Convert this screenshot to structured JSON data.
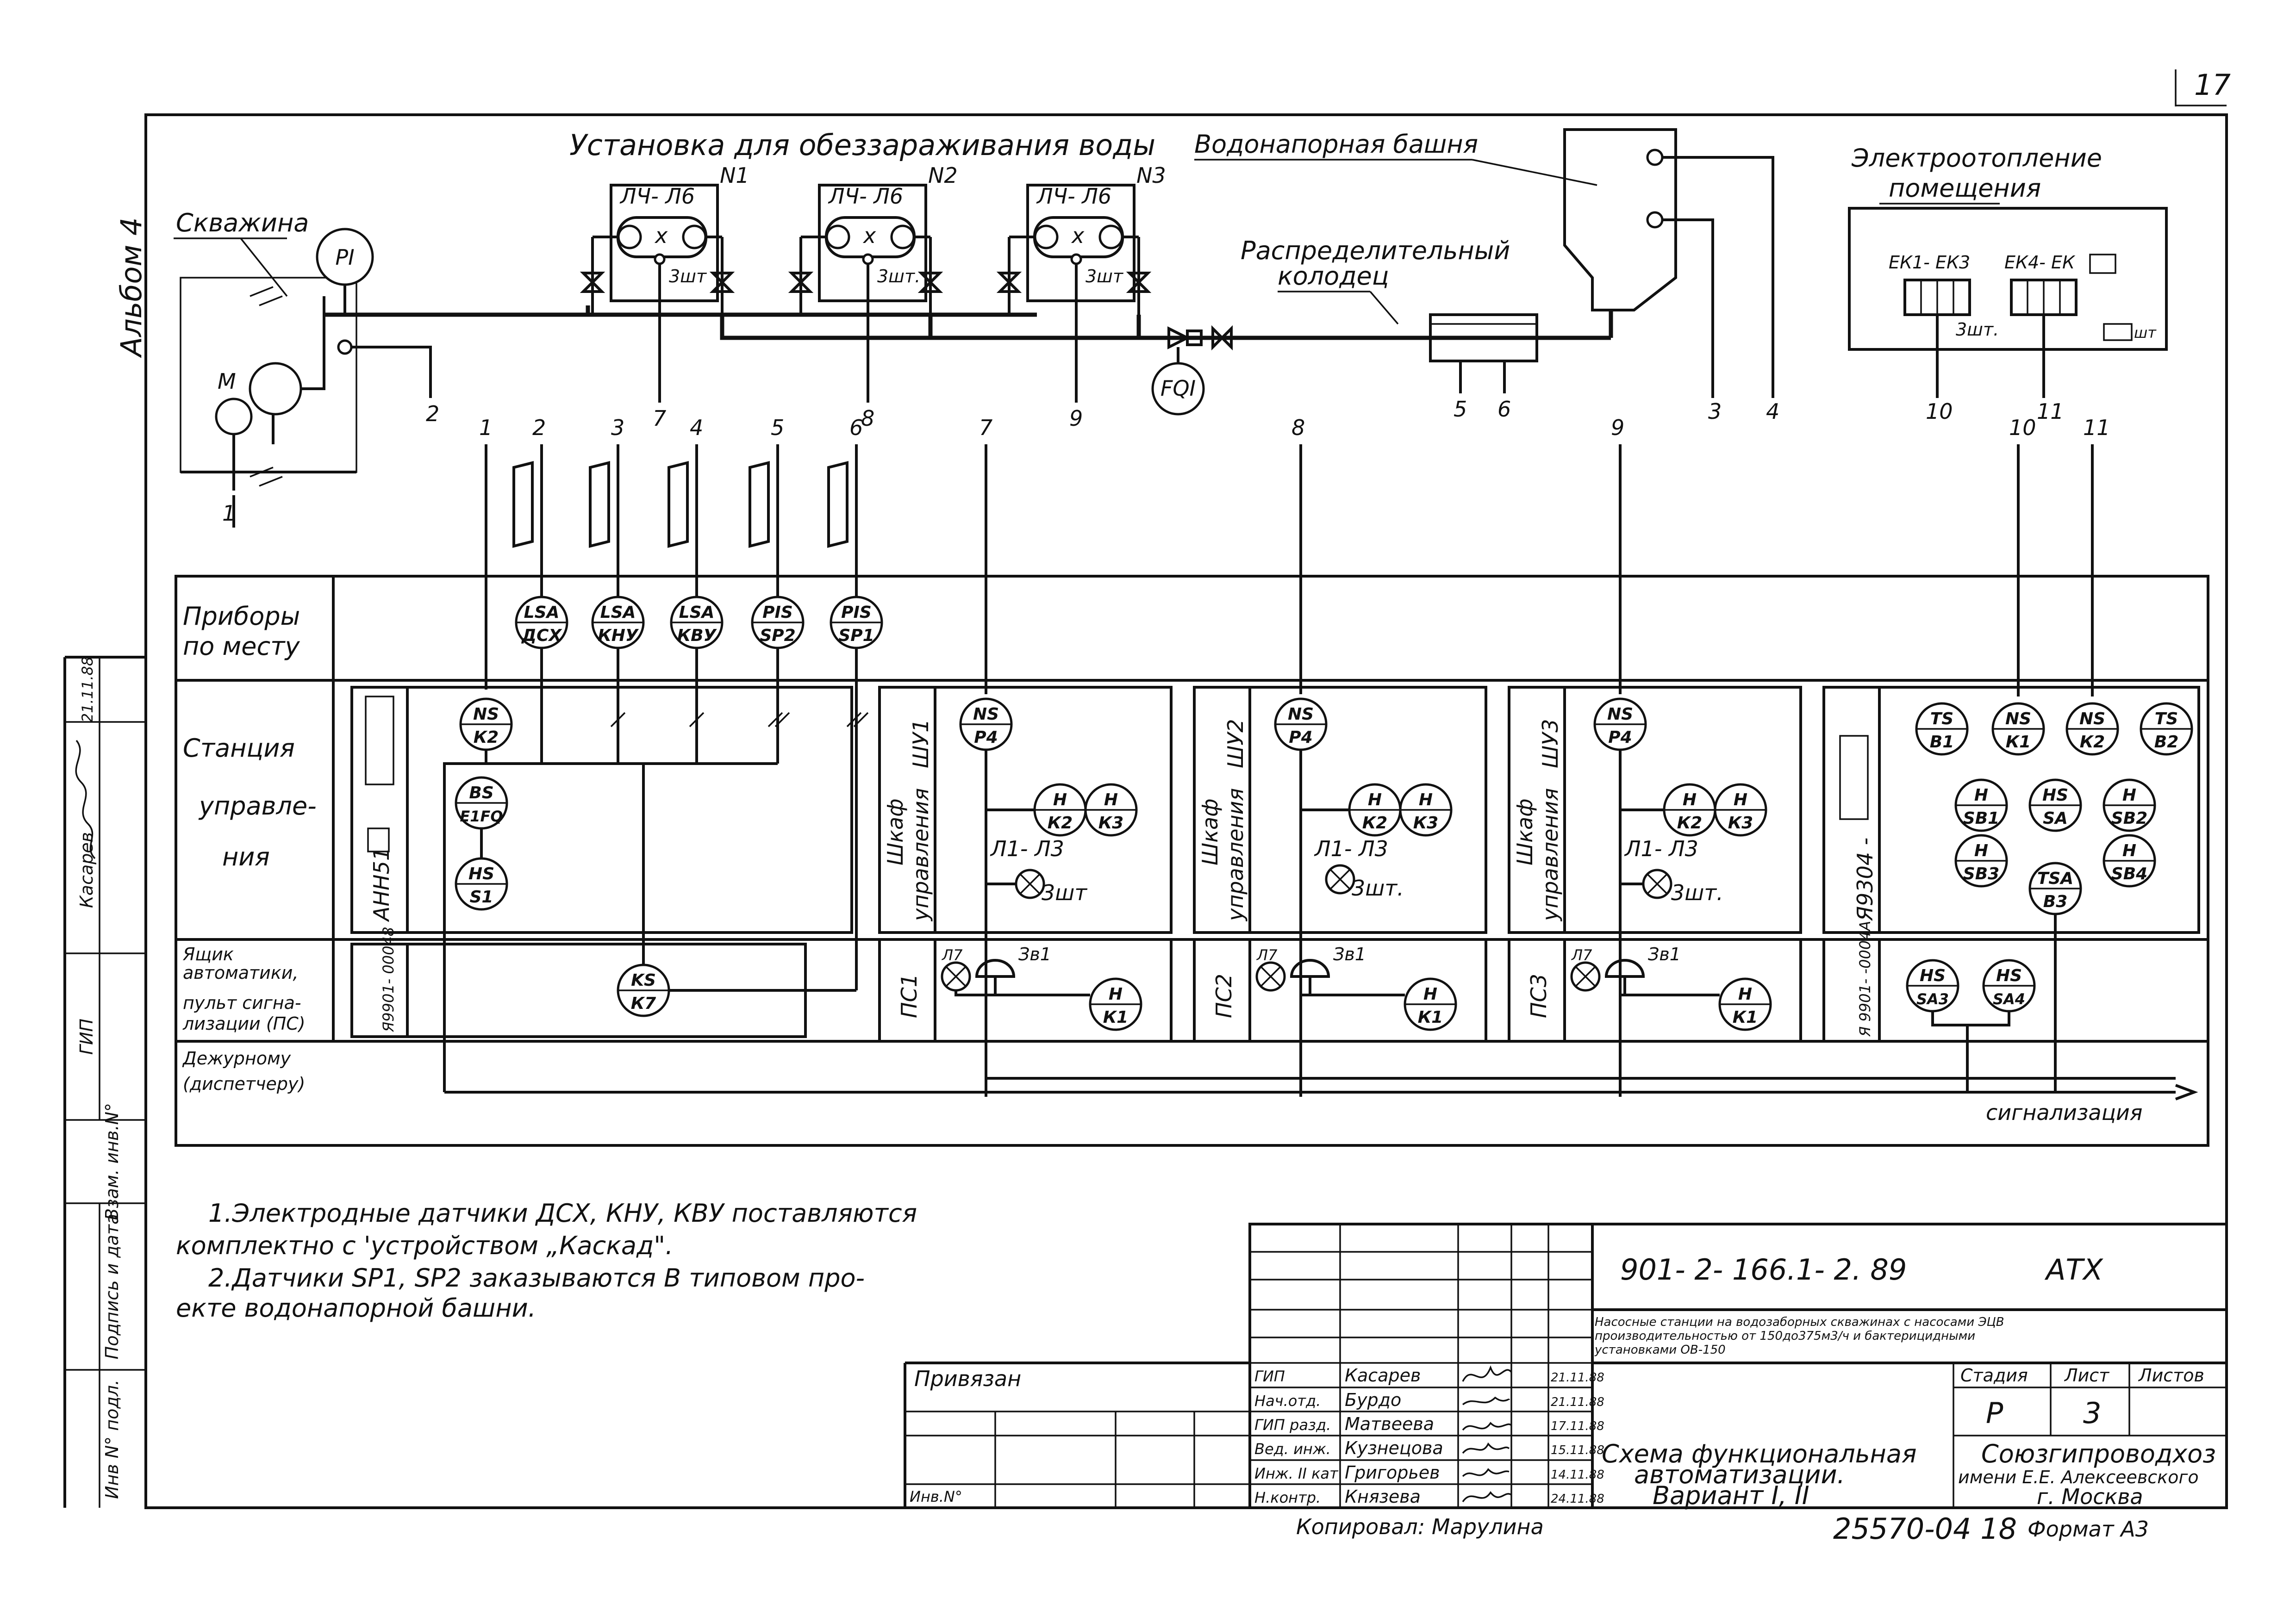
{
  "page_number": "17",
  "album": "Альбом 4",
  "top_labels": {
    "disinfection": "Установка для обеззараживания воды",
    "tower": "Водонапорная башня",
    "well": "Скважина",
    "heating_line1": "Электроотопление",
    "heating_line2": "помещения",
    "distribution_line1": "Распределительный",
    "distribution_line2": "колодец",
    "motor": "М"
  },
  "uv_units": [
    {
      "lamp": "ЛЧ- Л6",
      "num": "N1",
      "qty": "3шт"
    },
    {
      "lamp": "ЛЧ- Л6",
      "num": "N2",
      "qty": "3шт."
    },
    {
      "lamp": "ЛЧ- Л6",
      "num": "N3",
      "qty": "3шт"
    }
  ],
  "instruments_top": {
    "pi": "PI",
    "fqi": "FQI"
  },
  "heaters": {
    "ek1": "ЕК1- ЕК3",
    "ek4": "ЕК4- ЕК",
    "qty": "3шт.",
    "qty2": "шт"
  },
  "top_numbers": {
    "n2": "2",
    "n1": "1",
    "uv7": "7",
    "uv8": "8",
    "uv9": "9",
    "w5": "5",
    "w6": "6",
    "t3": "3",
    "t4": "4",
    "h10": "10",
    "h11": "11"
  },
  "column_numbers": [
    "1",
    "2",
    "3",
    "4",
    "5",
    "6",
    "7",
    "8",
    "9",
    "10",
    "11"
  ],
  "rows": {
    "field": [
      "Приборы",
      "по месту"
    ],
    "station": [
      "Станция",
      "управле-",
      "ния"
    ],
    "box": [
      "Ящик",
      "автоматики,",
      "пульт сигна-",
      "лизации (ПС)"
    ],
    "dispatcher": [
      "Дежурному",
      "(диспетчеру)"
    ]
  },
  "field_instruments": [
    {
      "top": "LSA",
      "bot": "ДСХ"
    },
    {
      "top": "LSA",
      "bot": "КНУ"
    },
    {
      "top": "LSA",
      "bot": "КВУ"
    },
    {
      "top": "PIS",
      "bot": "SP2"
    },
    {
      "top": "PIS",
      "bot": "SP1"
    }
  ],
  "station_a": {
    "cabinet": "АНН51",
    "ns": {
      "top": "NS",
      "bot": "К2"
    },
    "bs": {
      "top": "BS",
      "bot": "E1FQ"
    },
    "hs": {
      "top": "HS",
      "bot": "S1"
    }
  },
  "cabinets": [
    {
      "code": "ШУ1",
      "label1": "Шкаф",
      "label2": "управления",
      "ns": "NS",
      "p": "Р4",
      "h": "H",
      "k2": "К2",
      "k3": "К3",
      "lamps": "Л1- Л3",
      "qty": "3шт",
      "ps": "ПС1",
      "l7": "Л7",
      "zv": "Зв1",
      "k1": "К1"
    },
    {
      "code": "ШУ2",
      "label1": "Шкаф",
      "label2": "управления",
      "ns": "NS",
      "p": "Р4",
      "h": "H",
      "k2": "К2",
      "k3": "К3",
      "lamps": "Л1- Л3",
      "qty": "3шт.",
      "ps": "ПС2",
      "l7": "Л7",
      "zv": "Зв1",
      "k1": "К1"
    },
    {
      "code": "ШУ3",
      "label1": "Шкаф",
      "label2": "управления",
      "ns": "NS",
      "p": "Р4",
      "h": "H",
      "k2": "К2",
      "k3": "К3",
      "lamps": "Л1- Л3",
      "qty": "3шт.",
      "ps": "ПС3",
      "l7": "Л7",
      "zv": "Зв1",
      "k1": "К1"
    }
  ],
  "heat_station": {
    "cabinet": "Я9304 -",
    "ts1": {
      "top": "TS",
      "bot": "В1"
    },
    "ns1": {
      "top": "NS",
      "bot": "К1"
    },
    "ns2": {
      "top": "NS",
      "bot": "К2"
    },
    "ts2": {
      "top": "TS",
      "bot": "В2"
    },
    "h_sb1": {
      "top": "H",
      "bot": "SB1"
    },
    "hs_sa": {
      "top": "HS",
      "bot": "SA"
    },
    "h_sb2": {
      "top": "H",
      "bot": "SB2"
    },
    "h_sb3": {
      "top": "H",
      "bot": "SB3"
    },
    "h_sb4": {
      "top": "H",
      "bot": "SB4"
    },
    "tsa": {
      "top": "TSA",
      "bot": "В3"
    },
    "box": "Я 9901- -0004А",
    "hs3": {
      "top": "HS",
      "bot": "SA3"
    },
    "hs4": {
      "top": "HS",
      "bot": "SA4"
    }
  },
  "box_a": {
    "code": "Я9901- 00048",
    "ks": "KS",
    "k7": "К7"
  },
  "signal_label": "сигнализация",
  "notes": [
    "1.Электродные датчики ДСХ, КНУ, КВУ поставляются",
    "комплектно с 'устройством „Каскад\".",
    "2.Датчики   SP1, SP2 заказываются  В типовом про-",
    "екте  водонапорной башни."
  ],
  "title_block": {
    "code": "901- 2- 166.1- 2. 89",
    "mark": "АТХ",
    "description": [
      "Насосные станции на водозаборных скважинах с насосами ЭЦВ",
      "производительностью от 150до375м3/ч и бактерицидными",
      "установками ОВ-150"
    ],
    "stage_h": "Стадия",
    "sheet_h": "Лист",
    "sheets_h": "Листов",
    "stage": "Р",
    "sheet": "3",
    "title": [
      "Схема функциональная",
      "автоматизации.",
      "Вариант  I, II"
    ],
    "org": [
      "Союзгипроводхоз",
      "имени Е.Е. Алексеевского",
      "г. Москва"
    ],
    "staff": [
      {
        "role": "ГИП",
        "name": "Касарев",
        "date": "21.11.88"
      },
      {
        "role": "Нач.отд.",
        "name": "Бурдо",
        "date": "21.11.88"
      },
      {
        "role": "ГИП разд.",
        "name": "Матвеева",
        "date": "17.11.88"
      },
      {
        "role": "Вед. инж.",
        "name": "Кузнецова",
        "date": "15.11.88"
      },
      {
        "role": "Инж. II кат",
        "name": "Григорьев",
        "date": "14.11.88"
      },
      {
        "role": "Н.контр.",
        "name": "Князева",
        "date": "24.11.88"
      }
    ],
    "bound": "Привязан",
    "inv": "Инв.N°",
    "copied": "Копировал:  Марулина",
    "number": "25570-04 18",
    "format": "Формат А3"
  },
  "side_stamp": {
    "inv_podl": "Инв N° подл.",
    "sign_date": "Подпись и дата",
    "vzam": "Взам. инв.N°",
    "gip": "ГИП",
    "name": "Касарев",
    "date": "21.11.88"
  }
}
